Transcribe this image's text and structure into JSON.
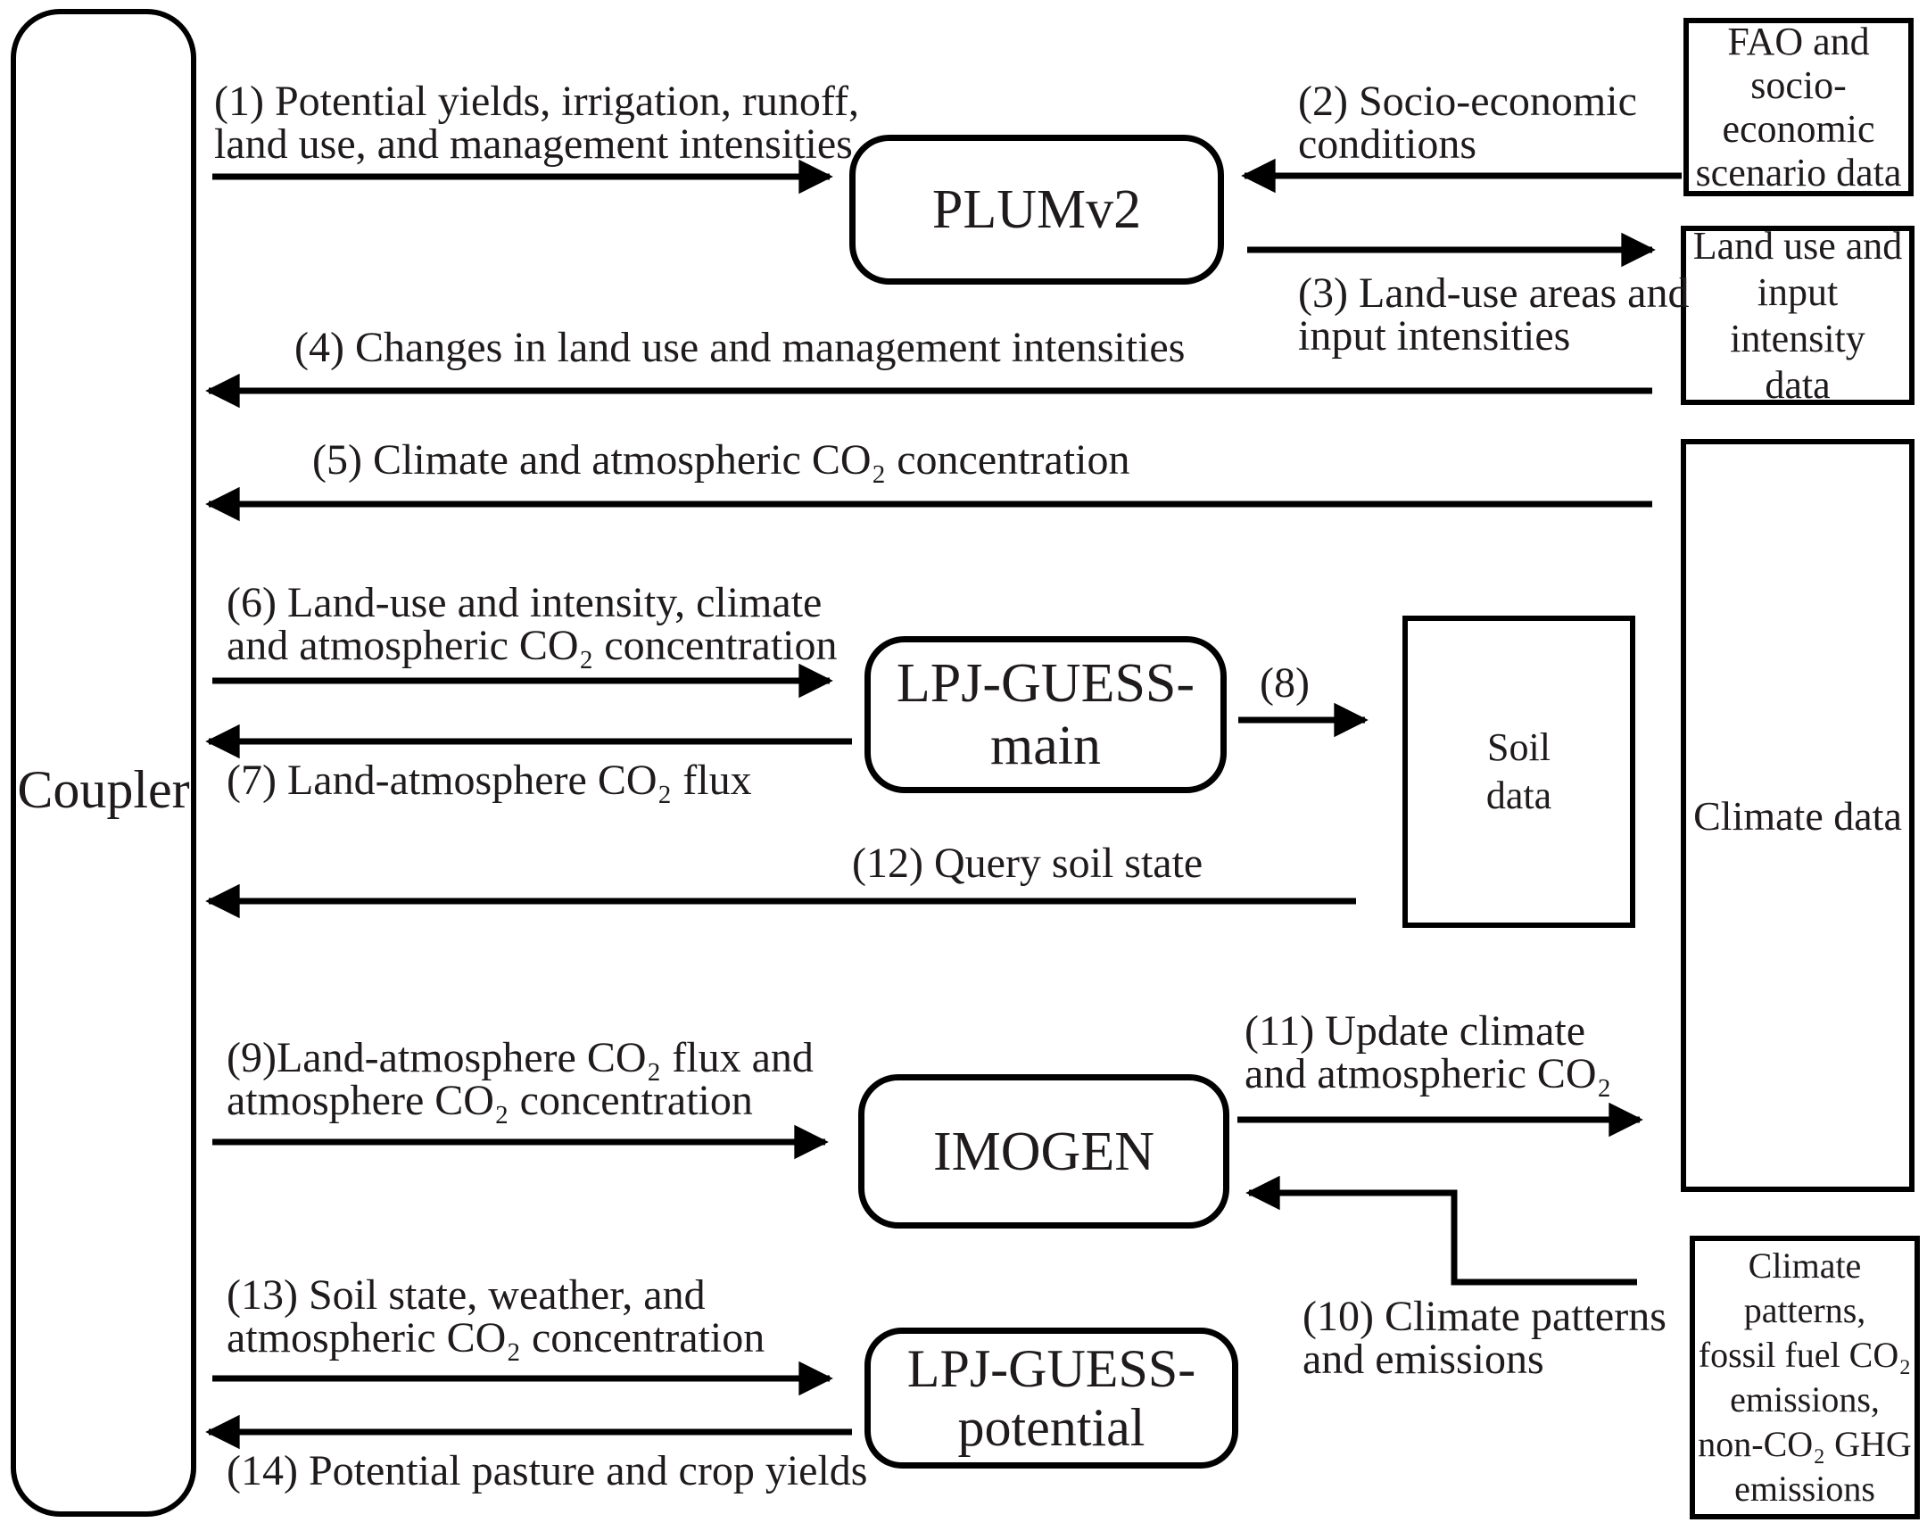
{
  "coupler": {
    "label": "Coupler"
  },
  "models": {
    "plumv2": {
      "lines": [
        "PLUMv2"
      ]
    },
    "lpj_main": {
      "lines": [
        "LPJ-GUESS-",
        "main"
      ]
    },
    "imogen": {
      "lines": [
        "IMOGEN"
      ]
    },
    "lpj_potential": {
      "lines": [
        "LPJ-GUESS-",
        "potential"
      ]
    }
  },
  "data_boxes": {
    "fao": {
      "lines": [
        "FAO and",
        "socio-",
        "economic",
        "scenario data"
      ]
    },
    "land_use": {
      "lines": [
        "Land use and",
        "input intensity",
        "data"
      ]
    },
    "climate": {
      "lines": [
        "Climate data"
      ]
    },
    "soil": {
      "lines": [
        "Soil",
        "data"
      ]
    },
    "climate_patterns": {
      "lines": [
        "Climate patterns,",
        "fossil fuel CO₂",
        "emissions,",
        "non-CO₂ GHG",
        "emissions"
      ]
    }
  },
  "flows": {
    "f1": {
      "lines": [
        "(1) Potential yields, irrigation, runoff,",
        "land use, and management intensities"
      ]
    },
    "f2": {
      "lines": [
        "(2) Socio-economic",
        "conditions"
      ]
    },
    "f3": {
      "lines": [
        "(3) Land-use areas and",
        "input intensities"
      ]
    },
    "f4": {
      "lines": [
        "(4) Changes in land use and management intensities"
      ]
    },
    "f5": {
      "lines": [
        "(5) Climate and atmospheric CO₂ concentration"
      ]
    },
    "f6": {
      "lines": [
        "(6) Land-use and intensity, climate",
        "and atmospheric CO₂ concentration"
      ]
    },
    "f7": {
      "lines": [
        "(7) Land-atmosphere CO₂ flux"
      ]
    },
    "f8": {
      "lines": [
        "(8)"
      ]
    },
    "f9": {
      "lines": [
        "(9)Land-atmosphere CO₂ flux and",
        "atmosphere CO₂ concentration"
      ]
    },
    "f10": {
      "lines": [
        "(10) Climate patterns",
        "and emissions"
      ]
    },
    "f11": {
      "lines": [
        "(11) Update climate",
        "and atmospheric CO₂"
      ]
    },
    "f12": {
      "lines": [
        "(12) Query soil state"
      ]
    },
    "f13": {
      "lines": [
        "(13) Soil state, weather, and",
        "atmospheric CO₂ concentration"
      ]
    },
    "f14": {
      "lines": [
        "(14) Potential pasture and crop yields"
      ]
    }
  },
  "colors": {
    "ink": "#000000",
    "background": "#ffffff"
  }
}
